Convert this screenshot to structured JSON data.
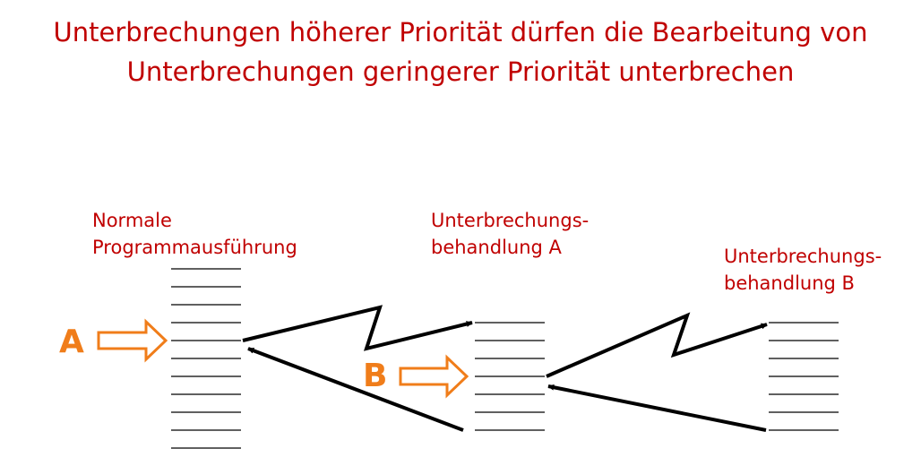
{
  "title": {
    "line1": "Unterbrechungen höherer Priorität dürfen die Bearbeitung von",
    "line2": "Unterbrechungen geringerer Priorität unterbrechen"
  },
  "columns": {
    "main": {
      "line1": "Normale",
      "line2": "Programmausführung"
    },
    "handler_a": {
      "line1": "Unterbrechungs-",
      "line2": "behandlung A"
    },
    "handler_b": {
      "line1": "Unterbrechungs-",
      "line2": "behandlung B"
    }
  },
  "interrupts": {
    "a": {
      "letter": "A"
    },
    "b": {
      "letter": "B"
    }
  },
  "colors": {
    "title": "#c00000",
    "interrupt": "#f07d1a",
    "lines": "#000000"
  }
}
